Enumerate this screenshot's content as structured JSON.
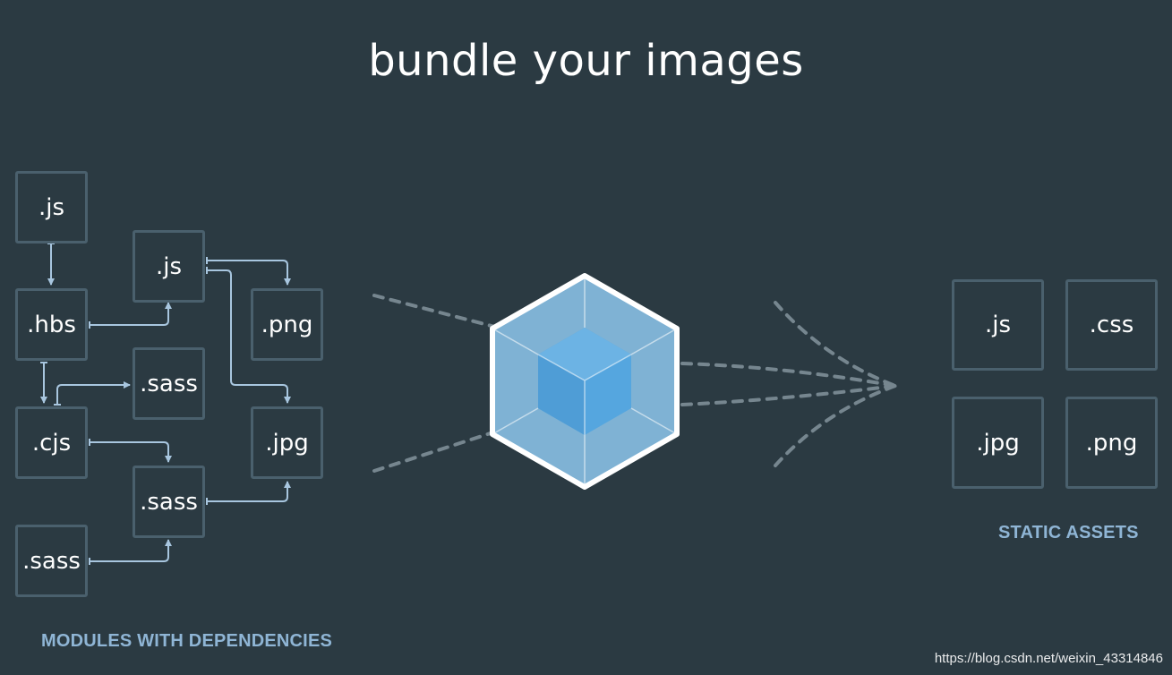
{
  "title": "bundle your images",
  "modules": {
    "caption": "MODULES WITH DEPENDENCIES",
    "items": [
      ".js",
      ".js",
      ".hbs",
      ".png",
      ".sass",
      ".cjs",
      ".jpg",
      ".sass",
      ".sass"
    ]
  },
  "assets": {
    "caption": "STATIC ASSETS",
    "items": [
      ".js",
      ".css",
      ".jpg",
      ".png"
    ]
  },
  "watermark": "https://blog.csdn.net/weixin_43314846",
  "colors": {
    "background": "#2b3a42",
    "box_border": "#4a606d",
    "arrow": "#a8c6df",
    "caption": "#8fb5d5",
    "cube_outer": "#7fb2d4",
    "cube_inner": "#55a6df"
  }
}
